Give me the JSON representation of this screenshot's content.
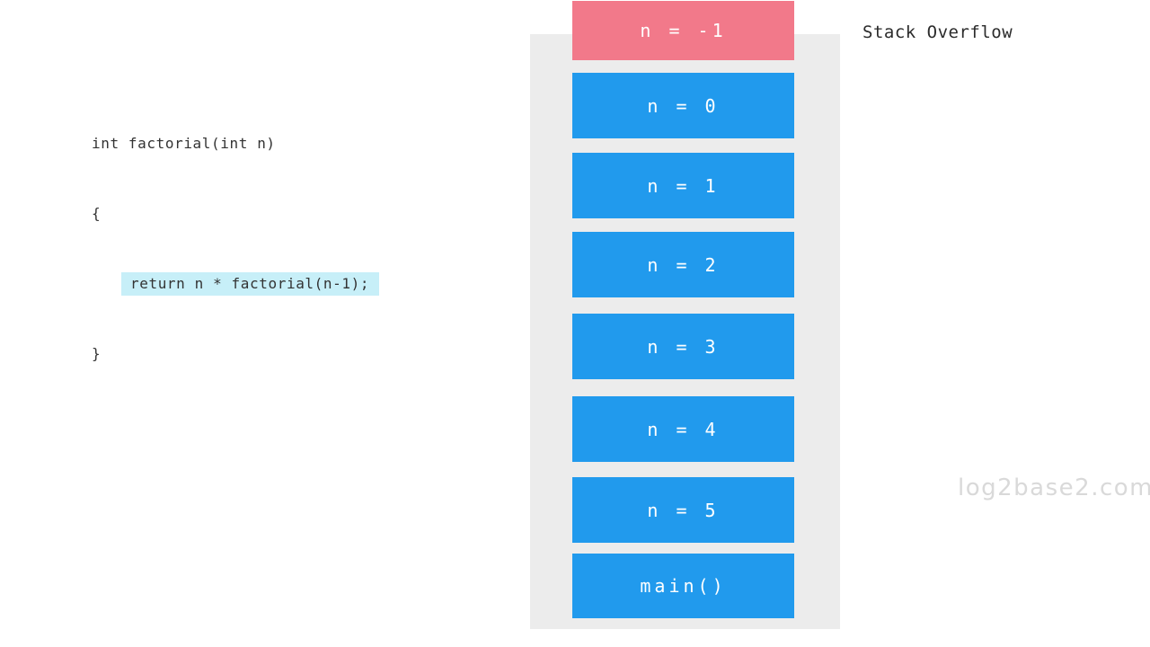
{
  "caption": "Stack Overflow",
  "watermark": "log2base2.com",
  "code": {
    "lines": [
      "int factorial(int n)",
      "{",
      "return n * factorial(n-1);",
      "}"
    ],
    "highlighted_line_index": 2
  },
  "stack": {
    "frames": [
      {
        "label": "n = -1",
        "state": "overflow"
      },
      {
        "label": "n = 0",
        "state": "normal"
      },
      {
        "label": "n = 1",
        "state": "normal"
      },
      {
        "label": "n = 2",
        "state": "normal"
      },
      {
        "label": "n = 3",
        "state": "normal"
      },
      {
        "label": "n = 4",
        "state": "normal"
      },
      {
        "label": "n = 5",
        "state": "normal"
      },
      {
        "label": "main()",
        "state": "normal"
      }
    ]
  },
  "colors": {
    "frame-blue": "#219aed",
    "frame-red": "#f2798a",
    "stack-bg": "#ececec",
    "code-highlight": "#c7eff8",
    "watermark-gray": "#d9d9d9"
  }
}
